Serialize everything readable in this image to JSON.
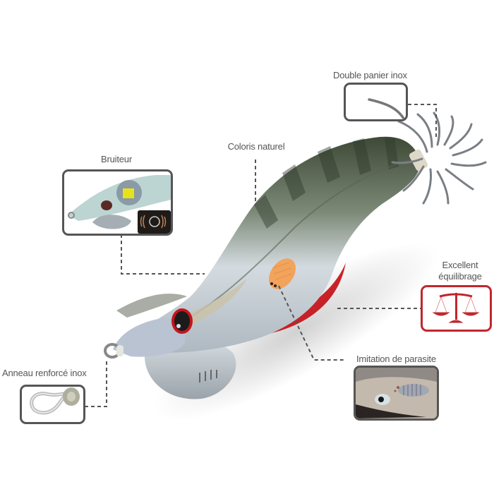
{
  "product": {
    "type": "squid jig lure",
    "colors": {
      "label_text": "#555555",
      "box_border": "#555555",
      "accent_red": "#c0272d",
      "parasite_orange": "#f2a35c",
      "body_silver": "#c8d0d6",
      "body_dark": "#4a5540"
    }
  },
  "callouts": [
    {
      "id": "double-panier",
      "label": "Double panier inox",
      "icon": "hook-icon"
    },
    {
      "id": "bruiteur",
      "label": "Bruiteur",
      "icon": "rattle-cutaway-icon"
    },
    {
      "id": "coloris",
      "label": "Coloris naturel",
      "icon": null
    },
    {
      "id": "equilibrage",
      "label_line1": "Excellent",
      "label_line2": "équilibrage",
      "icon": "balance-scale-icon"
    },
    {
      "id": "parasite",
      "label": "Imitation de parasite",
      "icon": "fish-parasite-photo"
    },
    {
      "id": "anneau",
      "label": "Anneau renforcé inox",
      "icon": "eyelet-ring-icon"
    }
  ]
}
